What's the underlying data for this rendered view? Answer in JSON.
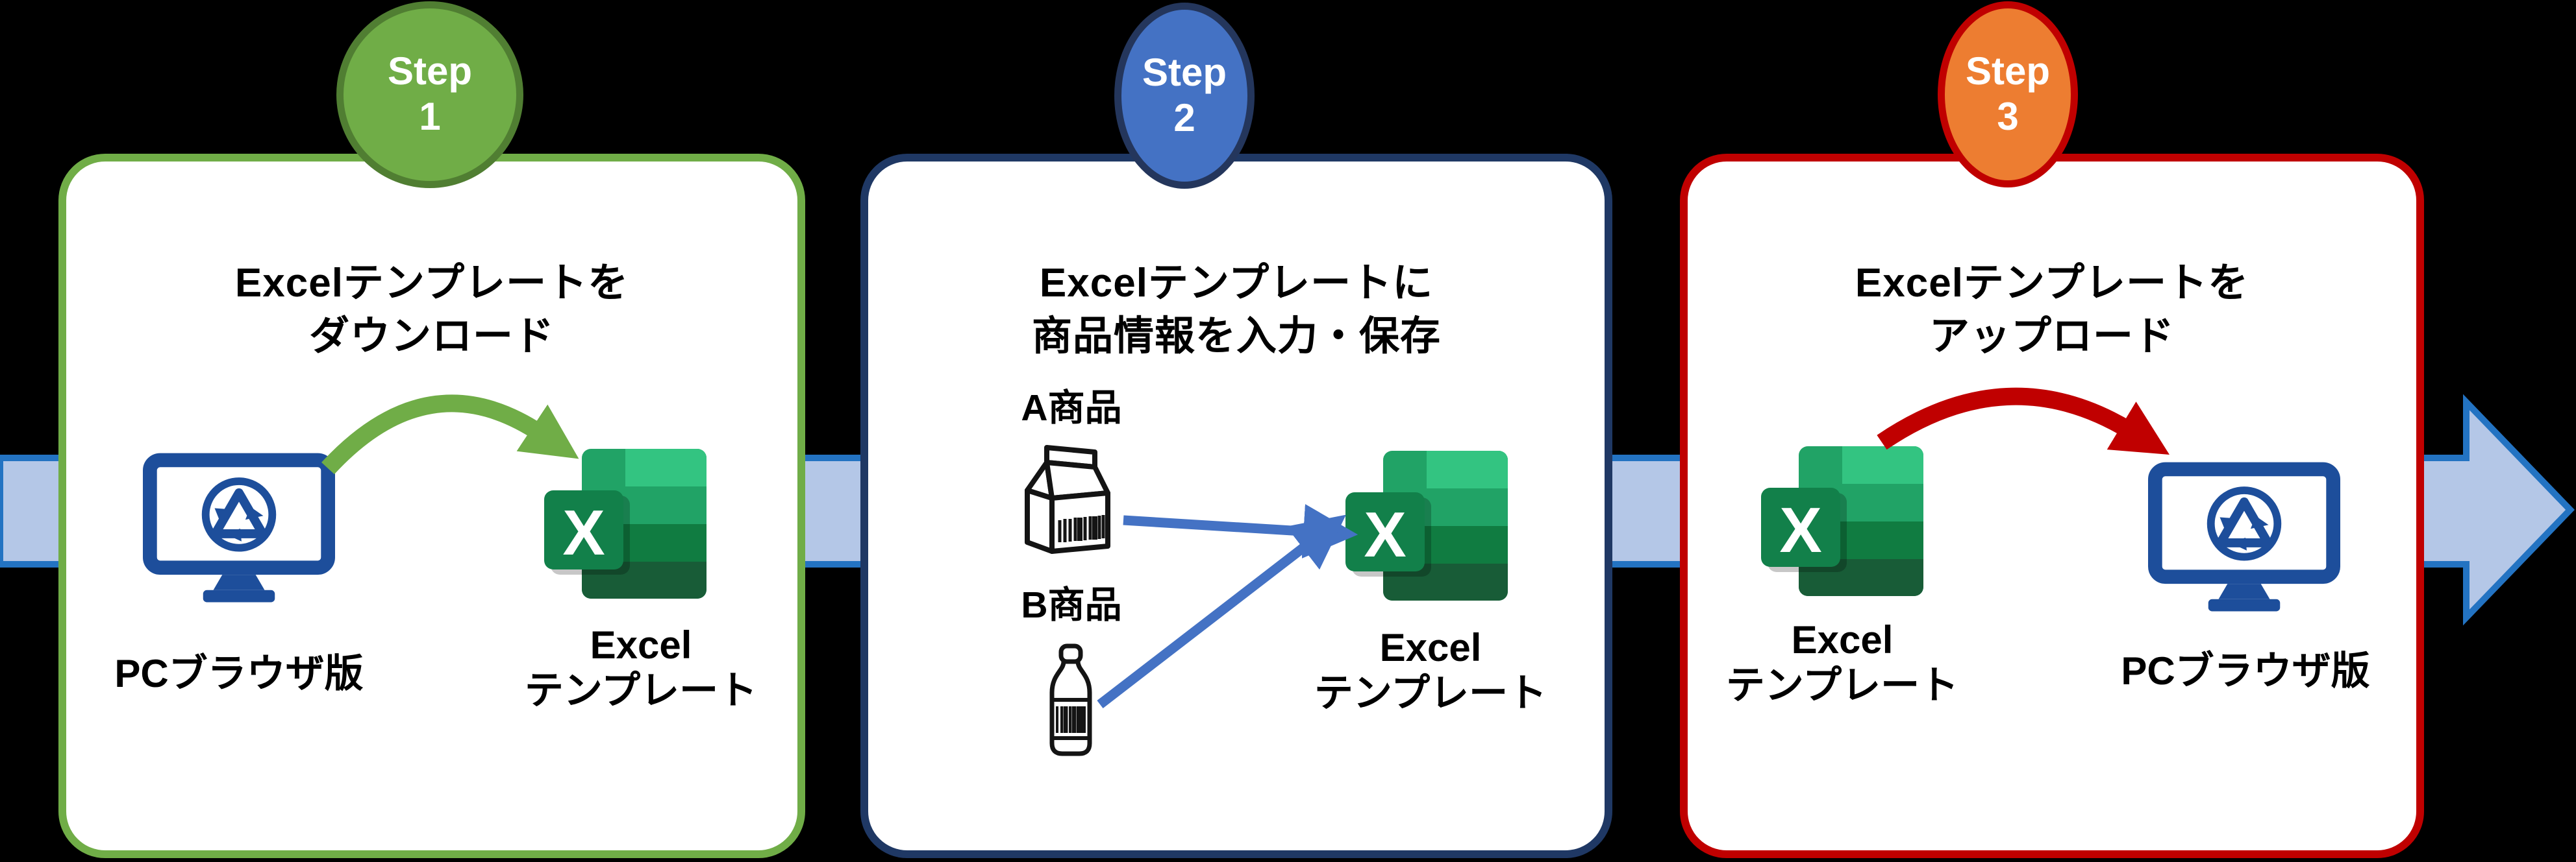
{
  "steps": [
    {
      "badge": {
        "line1": "Step",
        "line2": "1"
      },
      "title": {
        "line1": "Excelテンプレートを",
        "line2": "ダウンロード"
      },
      "source_label": "PCブラウザ版",
      "target_label": {
        "line1": "Excel",
        "line2": "テンプレート"
      }
    },
    {
      "badge": {
        "line1": "Step",
        "line2": "2"
      },
      "title": {
        "line1": "Excelテンプレートに",
        "line2": "商品情報を入力・保存"
      },
      "product_a_label": "A商品",
      "product_b_label": "B商品",
      "target_label": {
        "line1": "Excel",
        "line2": "テンプレート"
      }
    },
    {
      "badge": {
        "line1": "Step",
        "line2": "3"
      },
      "title": {
        "line1": "Excelテンプレートを",
        "line2": "アップロード"
      },
      "source_label": {
        "line1": "Excel",
        "line2": "テンプレート"
      },
      "target_label": "PCブラウザ版"
    }
  ],
  "excel_icon_letter": "X",
  "icons": {
    "pc_browser": "pc-browser-monitor-icon",
    "excel": "excel-template-icon",
    "product_a": "milk-carton-icon",
    "product_b": "bottle-icon",
    "flow": "right-flow-arrow"
  },
  "colors": {
    "step1_green": "#70AD47",
    "step1_circle_border": "#507E32",
    "step2_blue": "#4472C4",
    "step2_box_border": "#1F3864",
    "step3_orange": "#ED7D31",
    "step3_red": "#C00000",
    "flow_arrow_fill": "#B4C7E7",
    "flow_arrow_border": "#2373C2",
    "monitor_blue": "#1D4E9B",
    "connector_blue": "#4472C4",
    "excel_dark_green": "#107C41",
    "excel_light_green": "#33C481"
  }
}
